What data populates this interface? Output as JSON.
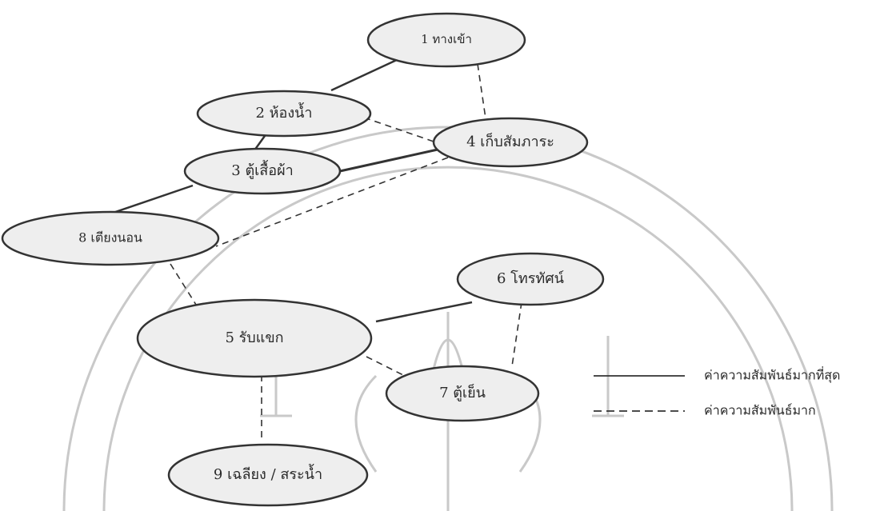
{
  "diagram": {
    "nodes": [
      {
        "id": "n1",
        "label": "1 ทางเข้า"
      },
      {
        "id": "n2",
        "label": "2  ห้องน้ำ"
      },
      {
        "id": "n3",
        "label": "3  ตู้เสื้อผ้า"
      },
      {
        "id": "n4",
        "label": "4  เก็บสัมภาระ"
      },
      {
        "id": "n5",
        "label": "5  รับแขก"
      },
      {
        "id": "n6",
        "label": "6  โทรทัศน์"
      },
      {
        "id": "n7",
        "label": "7   ตู้เย็น"
      },
      {
        "id": "n8",
        "label": "8   เตียงนอน"
      },
      {
        "id": "n9",
        "label": "9  เฉลียง / สระน้ำ"
      }
    ],
    "edges": [
      {
        "from": "n1",
        "to": "n2",
        "type": "solid"
      },
      {
        "from": "n1",
        "to": "n4",
        "type": "dashed"
      },
      {
        "from": "n2",
        "to": "n3",
        "type": "solid"
      },
      {
        "from": "n2",
        "to": "n4",
        "type": "dashed"
      },
      {
        "from": "n3",
        "to": "n4",
        "type": "solid"
      },
      {
        "from": "n3",
        "to": "n8",
        "type": "solid"
      },
      {
        "from": "n4",
        "to": "n8",
        "type": "dashed"
      },
      {
        "from": "n8",
        "to": "n5",
        "type": "dashed"
      },
      {
        "from": "n5",
        "to": "n6",
        "type": "solid"
      },
      {
        "from": "n5",
        "to": "n7",
        "type": "dashed"
      },
      {
        "from": "n6",
        "to": "n7",
        "type": "dashed"
      },
      {
        "from": "n5",
        "to": "n9",
        "type": "dashed"
      }
    ]
  },
  "legend": {
    "solid_label": "ค่าความสัมพันธ์มากที่สุด",
    "dashed_label": "ค่าความสัมพันธ์มาก"
  }
}
